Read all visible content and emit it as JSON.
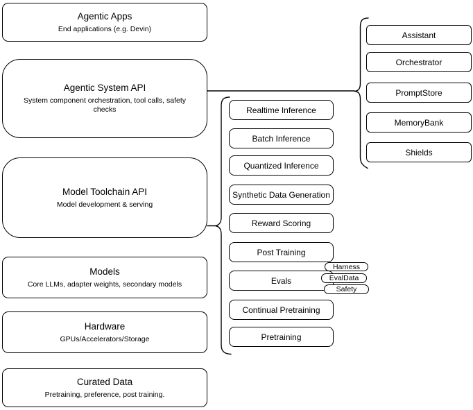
{
  "colors": {
    "stroke": "#000000",
    "background": "#ffffff",
    "text": "#000000"
  },
  "left_column": [
    {
      "title": "Agentic Apps",
      "subtitle": "End applications (e.g. Devin)"
    },
    {
      "title": "Agentic System API",
      "subtitle": "System component orchestration, tool calls, safety checks"
    },
    {
      "title": "Model Toolchain API",
      "subtitle": "Model development & serving"
    },
    {
      "title": "Models",
      "subtitle": "Core LLMs, adapter weights, secondary models"
    },
    {
      "title": "Hardware",
      "subtitle": "GPUs/Accelerators/Storage"
    },
    {
      "title": "Curated Data",
      "subtitle": "Pretraining, preference, post training."
    }
  ],
  "toolchain_items": [
    "Realtime Inference",
    "Batch Inference",
    "Quantized Inference",
    "Synthetic Data Generation",
    "Reward Scoring",
    "Post Training",
    "Evals",
    "Continual Pretraining",
    "Pretraining"
  ],
  "evals_tags": [
    "Harness",
    "EvalData",
    "Safety"
  ],
  "system_components": [
    "Assistant",
    "Orchestrator",
    "PromptStore",
    "MemoryBank",
    "Shields"
  ]
}
